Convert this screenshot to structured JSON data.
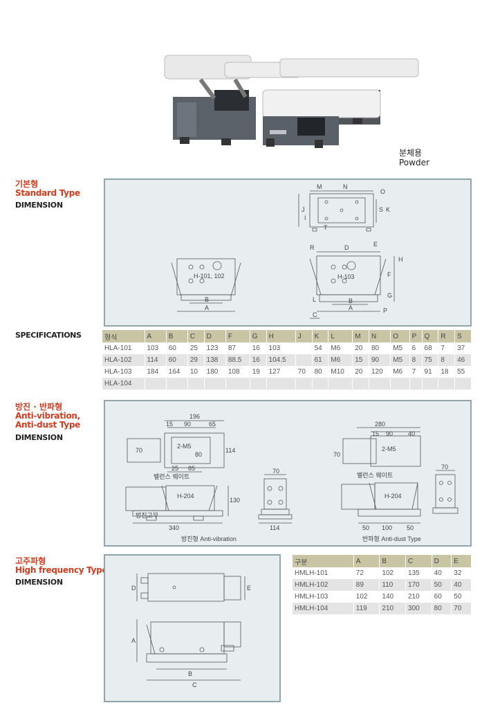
{
  "photo": {
    "caption_ko": "분체용",
    "caption_en": "Powder"
  },
  "standard": {
    "title_ko": "기본형",
    "title_en": "Standard Type",
    "dimension": "DIMENSION",
    "drawing_top": {
      "letters": [
        "M",
        "N",
        "O",
        "J",
        "S",
        "K",
        "I",
        "T"
      ]
    },
    "drawing_left": {
      "model": "H-101, 102",
      "letters": [
        "B",
        "A"
      ]
    },
    "drawing_right": {
      "model": "H-103",
      "letters": [
        "R",
        "D",
        "E",
        "H",
        "F",
        "G",
        "B",
        "A",
        "L",
        "P",
        "C"
      ]
    }
  },
  "specifications": {
    "label": "SPECIFICATIONS",
    "headers": [
      "형식",
      "A",
      "B",
      "C",
      "D",
      "F",
      "G",
      "H",
      "J",
      "K",
      "L",
      "M",
      "N",
      "O",
      "P",
      "Q",
      "R",
      "S"
    ],
    "rows": [
      [
        "HLA-101",
        "103",
        "60",
        "25",
        "123",
        "87",
        "16",
        "103",
        "",
        "54",
        "M6",
        "20",
        "80",
        "M5",
        "6",
        "68",
        "7",
        "37"
      ],
      [
        "HLA-102",
        "114",
        "60",
        "29",
        "138",
        "88.5",
        "16",
        "104.5",
        "",
        "61",
        "M6",
        "15",
        "90",
        "M5",
        "8",
        "75",
        "8",
        "46"
      ],
      [
        "HLA-103",
        "184",
        "164",
        "10",
        "180",
        "108",
        "19",
        "127",
        "70",
        "80",
        "M10",
        "20",
        "120",
        "M6",
        "7",
        "91",
        "18",
        "55"
      ],
      [
        "HLA-104",
        "",
        "",
        "",
        "",
        "",
        "",
        "",
        "",
        "",
        "",
        "",
        "",
        "",
        "",
        "",
        "",
        ""
      ]
    ]
  },
  "antivib": {
    "title_ko": "방진 · 반파형",
    "title_en_1": "Anti-vibration,",
    "title_en_2": "Anti-dust Type",
    "dimension": "DIMENSION",
    "left_top": {
      "d196": "196",
      "d15": "15",
      "d90": "90",
      "d65": "65",
      "d70": "70",
      "screw": "2-M5",
      "d80": "80",
      "d114": "114",
      "d25": "25",
      "d85": "85"
    },
    "left_side": {
      "balance": "밸런스 웨이트",
      "model": "H-204",
      "d130": "130",
      "rubber": "방진고무",
      "d340": "340"
    },
    "left_end": {
      "d70": "70",
      "d114": "114"
    },
    "caption_left": "방진형 Anti-vibration",
    "right_top": {
      "d280": "280",
      "d15": "15",
      "d90": "90",
      "d40": "40",
      "screw": "2-M5",
      "d70": "70"
    },
    "right_side": {
      "balance": "밸런스 웨이트",
      "model": "H-204",
      "d50a": "50",
      "d100": "100",
      "d50b": "50"
    },
    "right_end": {
      "d70": "70"
    },
    "caption_right": "반파형 Anti-dust Type"
  },
  "highfreq": {
    "title_ko": "고주파형",
    "title_en": "High frequency Type",
    "dimension": "DIMENSION",
    "drawing_letters": {
      "D": "D",
      "E": "E",
      "A": "A",
      "B": "B",
      "C": "C"
    },
    "headers": [
      "구분",
      "A",
      "B",
      "C",
      "D",
      "E"
    ],
    "rows": [
      [
        "HMLH-101",
        "72",
        "102",
        "135",
        "40",
        "32"
      ],
      [
        "HMLH-102",
        "89",
        "110",
        "170",
        "50",
        "40"
      ],
      [
        "HMLH-103",
        "102",
        "140",
        "210",
        "60",
        "50"
      ],
      [
        "HMLH-104",
        "119",
        "210",
        "300",
        "80",
        "70"
      ]
    ]
  }
}
